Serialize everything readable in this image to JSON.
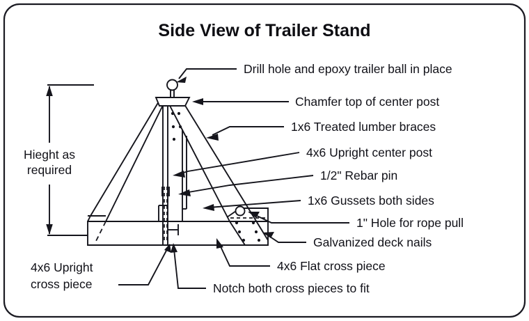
{
  "page": {
    "title": "Side View of Trailer Stand",
    "background_color": "#ffffff",
    "line_color": "#15151c",
    "border": "rounded-rectangle"
  },
  "dimension": {
    "line1": "Hieght as",
    "line2": "required",
    "style": "double-arrow vertical dimension"
  },
  "callouts_right": [
    {
      "id": "trailer-ball",
      "label": "Drill hole and epoxy trailer ball in place"
    },
    {
      "id": "chamfer",
      "label": "Chamfer top of center post"
    },
    {
      "id": "braces",
      "label": "1x6 Treated lumber braces"
    },
    {
      "id": "center-post",
      "label": "4x6 Upright center post"
    },
    {
      "id": "rebar-pin",
      "label": "1/2\" Rebar pin"
    },
    {
      "id": "gussets",
      "label": "1x6 Gussets both sides"
    },
    {
      "id": "rope-hole",
      "label": "1\" Hole for rope pull"
    },
    {
      "id": "deck-nails",
      "label": "Galvanized deck nails"
    },
    {
      "id": "flat-cross",
      "label": "4x6 Flat cross piece"
    }
  ],
  "callouts_bottom_left": [
    {
      "id": "upright-cross-1",
      "label": "4x6 Upright"
    },
    {
      "id": "upright-cross-2",
      "label": "cross piece"
    }
  ],
  "callouts_bottom": [
    {
      "id": "notch",
      "label": "Notch both cross pieces to fit"
    }
  ]
}
